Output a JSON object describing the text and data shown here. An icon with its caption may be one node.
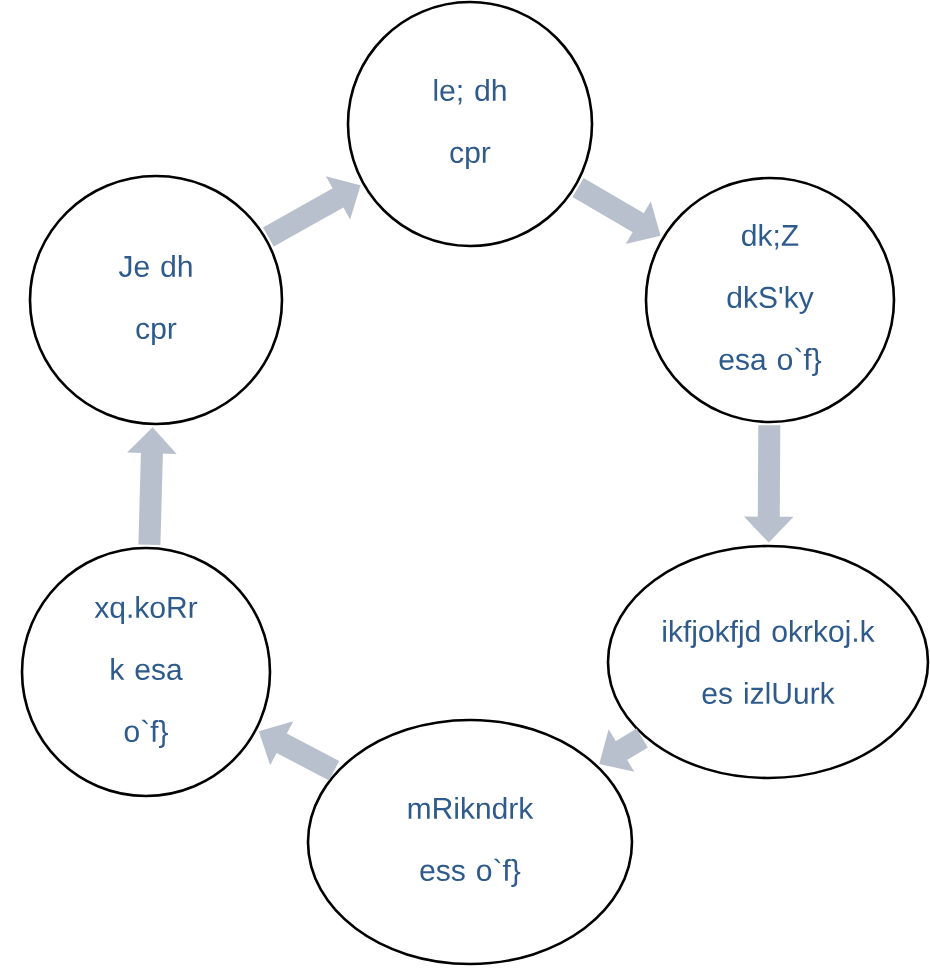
{
  "diagram": {
    "nodes": [
      {
        "text": [
          "le; dh cpr"
        ]
      },
      {
        "text": [
          "dk;Z dkS'ky esa o`f}"
        ]
      },
      {
        "text": [
          "ikfjokfjd okrkoj.k es izlUurk"
        ]
      },
      {
        "text": [
          "mRikndrk ess o`f}"
        ]
      },
      {
        "text": [
          "xq.koRr k esa o`f}"
        ]
      },
      {
        "text": [
          "Je dh cpr"
        ]
      }
    ],
    "edges": [
      {
        "from": 5,
        "to": 0,
        "arrow": "to"
      },
      {
        "from": 0,
        "to": 1,
        "arrow": "to"
      },
      {
        "from": 1,
        "to": 2,
        "arrow": "to"
      },
      {
        "from": 2,
        "to": 3,
        "arrow": "to"
      },
      {
        "from": 3,
        "to": 4,
        "arrow": "to"
      },
      {
        "from": 4,
        "to": 5,
        "arrow": "to"
      }
    ]
  }
}
